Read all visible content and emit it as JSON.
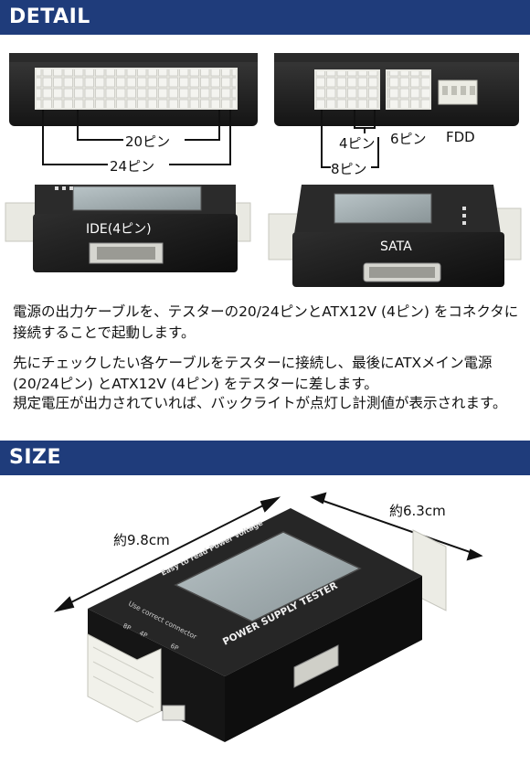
{
  "detail": {
    "heading": "DETAIL",
    "labels": {
      "pin20": "20ピン",
      "pin24": "24ピン",
      "pin4": "4ピン",
      "pin6": "6ピン",
      "fdd": "FDD",
      "pin8": "8ピン",
      "ide": "IDE(4ピン)",
      "sata": "SATA"
    },
    "paragraph1": "電源の出力ケーブルを、テスターの20/24ピンとATX12V (4ピン) をコネクタに接続することで起動します。",
    "paragraph2": "先にチェックしたい各ケーブルをテスターに接続し、最後にATXメイン電源 (20/24ピン) とATX12V (4ピン) をテスターに差します。",
    "paragraph3": "規定電圧が出力されていれば、バックライトが点灯し計測値が表示されます。"
  },
  "size": {
    "heading": "SIZE",
    "length": "約9.8cm",
    "width": "約6.3cm",
    "device_text": {
      "easy": "Easy to read Power voltage",
      "brand": "POWER SUPPLY TESTER",
      "connector": "Use correct connector",
      "p8": "8P",
      "p4": "4P",
      "p6": "6P"
    }
  },
  "device_labels": {
    "tester_title": "POWER SUPPLY TESTER",
    "easy_read": "Easy to read Power voltage"
  }
}
